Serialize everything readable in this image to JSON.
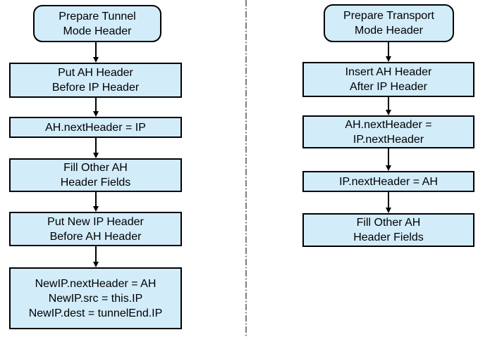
{
  "colors": {
    "node_fill": "#D2ECFA",
    "node_border": "#000000",
    "arrow": "#000000",
    "divider": "#7F7F7F"
  },
  "tunnel_flow": {
    "title": "Prepare Tunnel\nMode Header",
    "steps": [
      "Put AH Header\nBefore IP Header",
      "AH.nextHeader = IP",
      "Fill Other AH\nHeader Fields",
      "Put New IP Header\nBefore AH Header",
      "NewIP.nextHeader = AH\nNewIP.src = this.IP\nNewIP.dest = tunnelEnd.IP"
    ]
  },
  "transport_flow": {
    "title": "Prepare Transport\nMode Header",
    "steps": [
      "Insert AH Header\nAfter IP Header",
      "AH.nextHeader =\nIP.nextHeader",
      "IP.nextHeader = AH",
      "Fill Other AH\nHeader Fields"
    ]
  }
}
